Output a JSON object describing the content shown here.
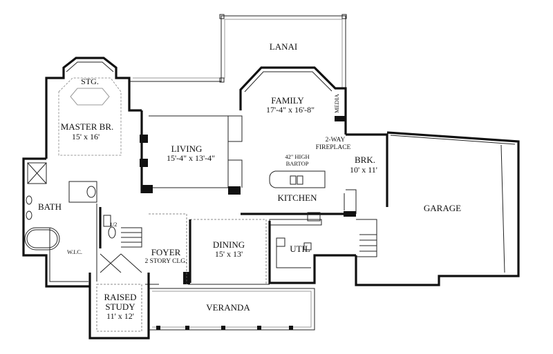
{
  "rooms": {
    "lanai": "LANAI",
    "stg": "STG.",
    "family": "FAMILY",
    "family_dim": "17'-4\" x 16'-8\"",
    "media": "MEDIA",
    "master": "MASTER BR.",
    "master_dim": "15' x 16'",
    "living": "LIVING",
    "living_dim": "15'-4\" x 13'-4\"",
    "fireplace_1": "2-WAY",
    "fireplace_2": "FIREPLACE",
    "bartop_1": "42\" HIGH",
    "bartop_2": "BARTOP",
    "brk": "BRK.",
    "brk_dim": "10' x 11'",
    "kitchen": "KITCHEN",
    "garage": "GARAGE",
    "bath": "BATH",
    "half_bath": "1/2",
    "wic": "W.I.C.",
    "foyer": "FOYER",
    "foyer_note": "2 STORY CLG.",
    "dining": "DINING",
    "dining_dim": "15' x 13'",
    "util": "UTIL",
    "study_1": "RAISED",
    "study_2": "STUDY",
    "study_dim": "11' x 12'",
    "veranda": "VERANDA"
  }
}
